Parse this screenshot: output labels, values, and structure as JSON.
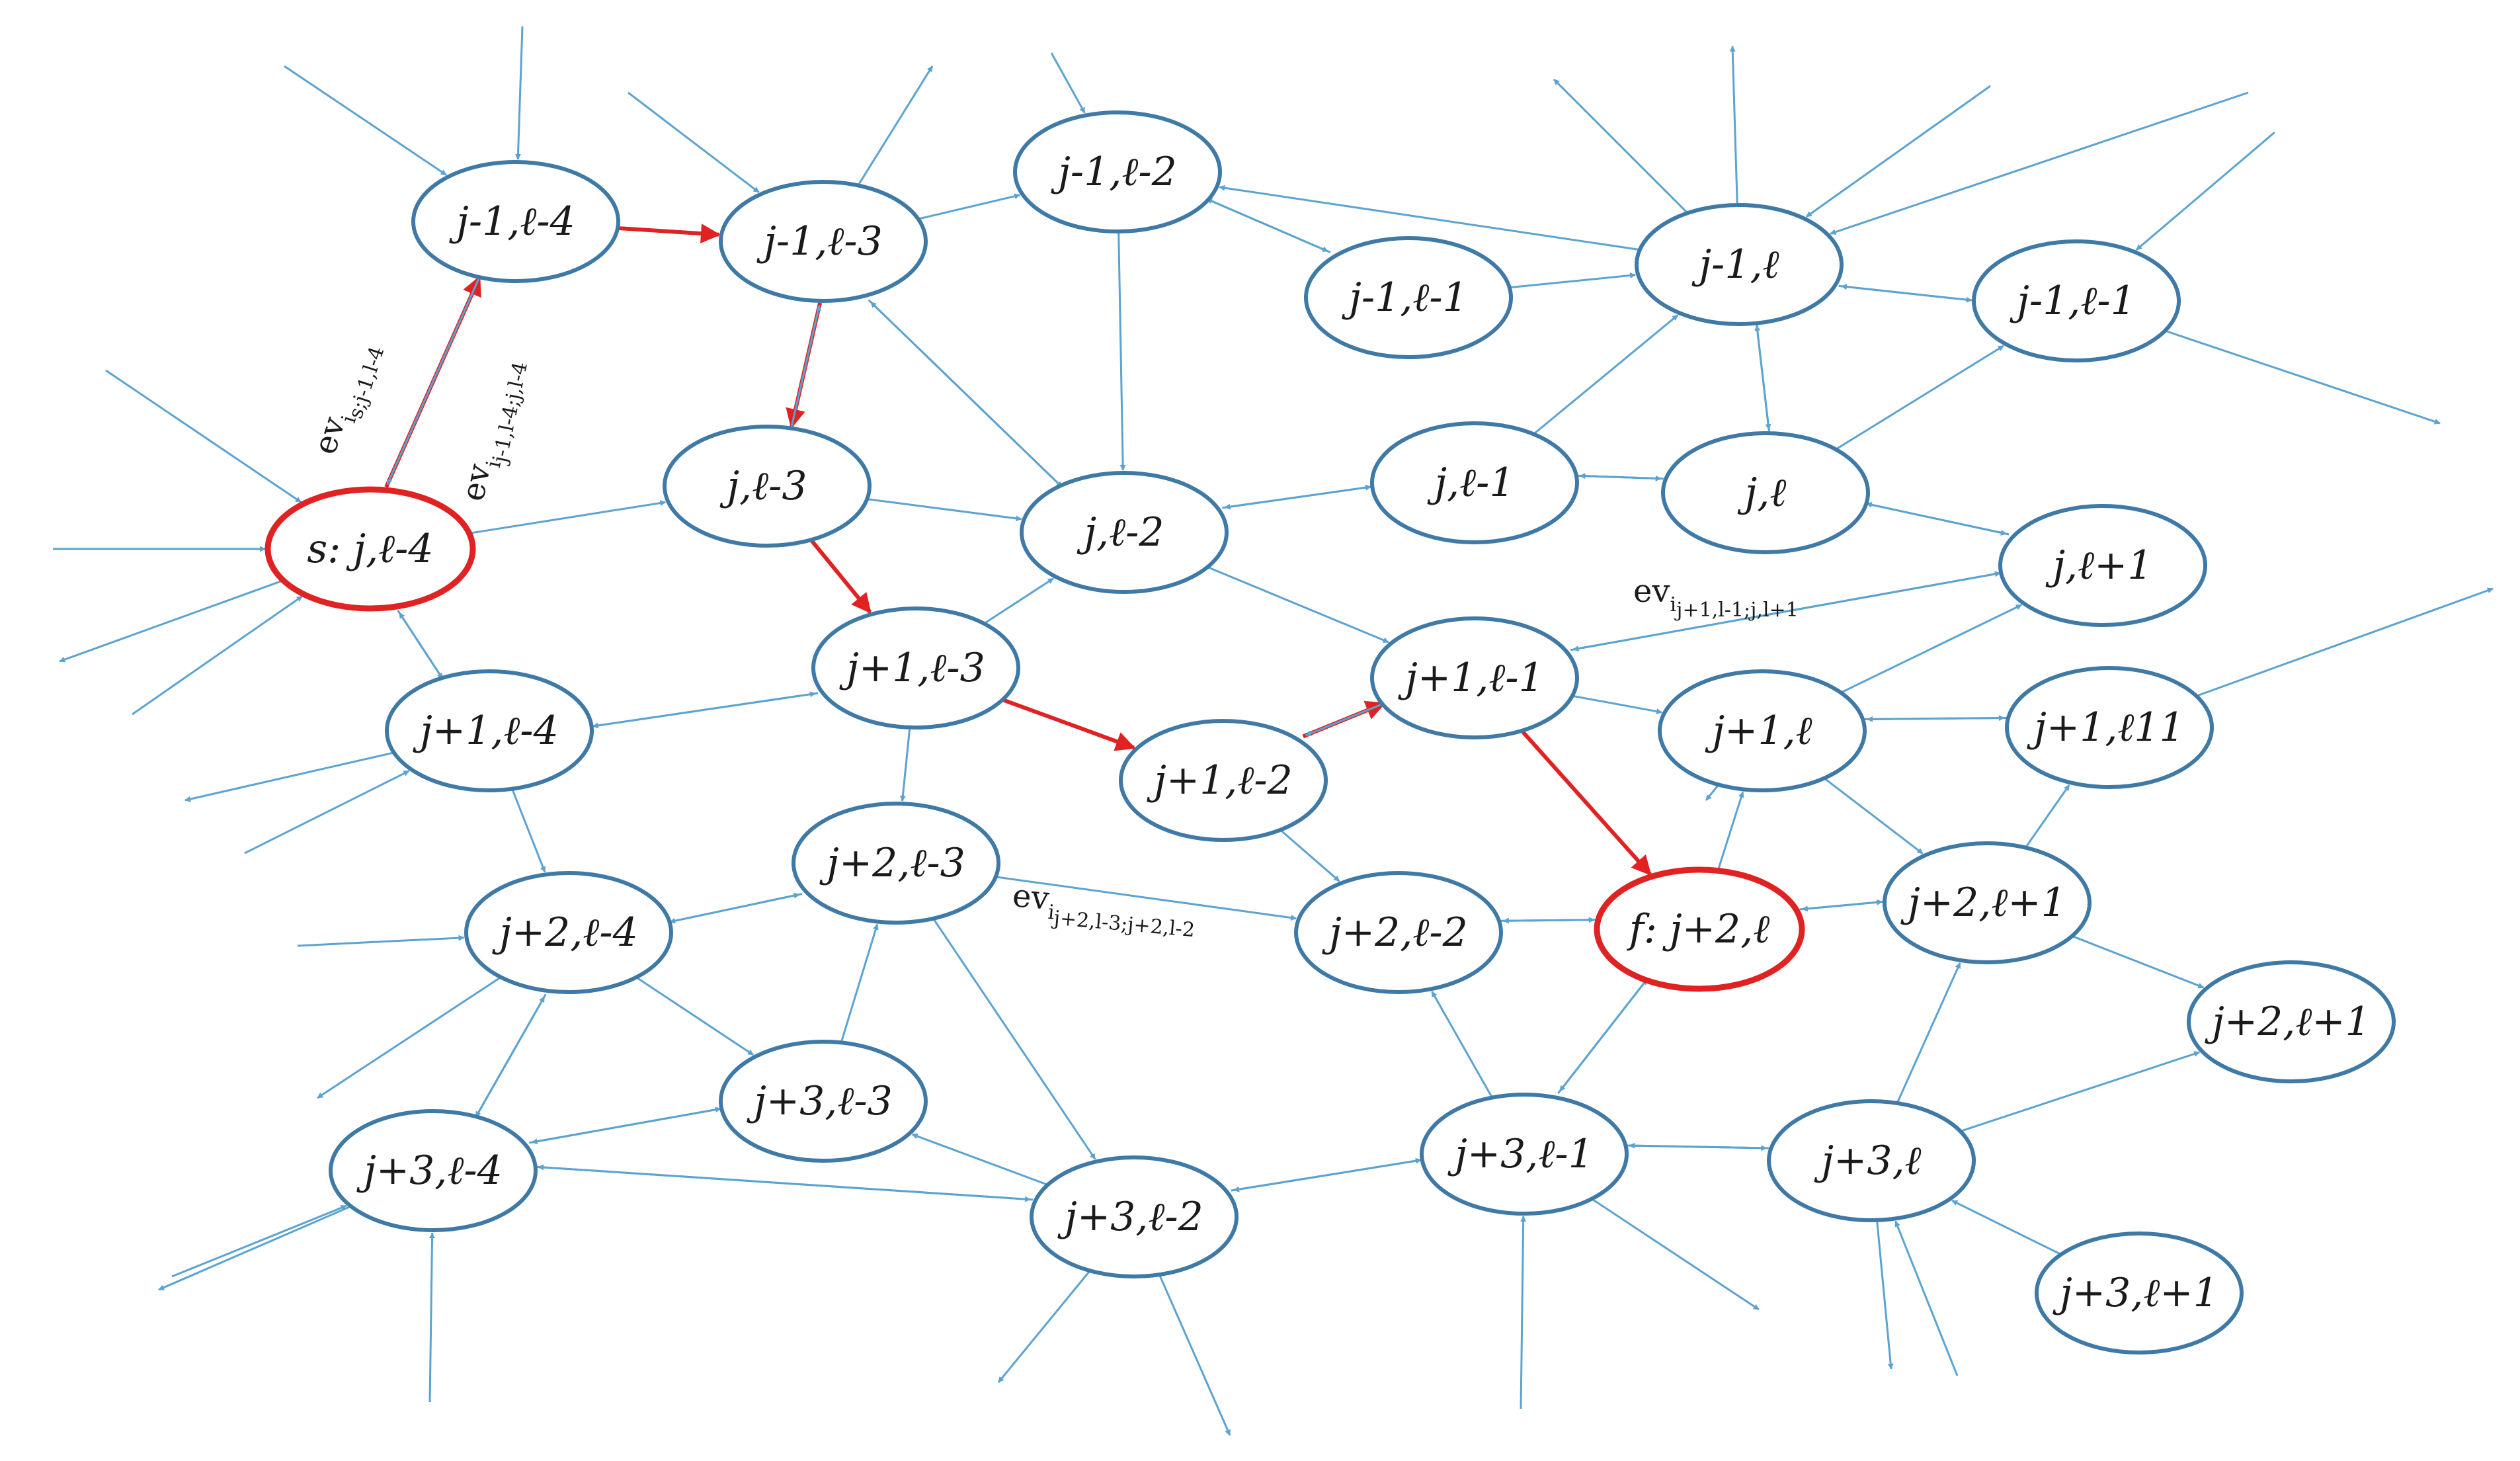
{
  "colors": {
    "node_stroke": "#3f79a6",
    "edge": "#5ba3d0",
    "highlight": "#e02222"
  },
  "nodes": [
    {
      "id": "a1",
      "label": "j-1,ℓ-4"
    },
    {
      "id": "a2",
      "label": "j-1,ℓ-3"
    },
    {
      "id": "a3",
      "label": "j-1,ℓ-2"
    },
    {
      "id": "a4",
      "label": "j-1,ℓ-1"
    },
    {
      "id": "a5",
      "label": "j-1,ℓ"
    },
    {
      "id": "a6",
      "label": "j-1,ℓ-1"
    },
    {
      "id": "s",
      "label": "s: j,ℓ-4",
      "highlight": true
    },
    {
      "id": "b2",
      "label": "j,ℓ-3"
    },
    {
      "id": "b3",
      "label": "j,ℓ-2"
    },
    {
      "id": "b4",
      "label": "j,ℓ-1"
    },
    {
      "id": "b5",
      "label": "j,ℓ"
    },
    {
      "id": "b6",
      "label": "j,ℓ+1"
    },
    {
      "id": "c1",
      "label": "j+1,ℓ-4"
    },
    {
      "id": "c2",
      "label": "j+1,ℓ-3"
    },
    {
      "id": "c3",
      "label": "j+1,ℓ-2"
    },
    {
      "id": "c4",
      "label": "j+1,ℓ-1"
    },
    {
      "id": "c5",
      "label": "j+1,ℓ"
    },
    {
      "id": "c6",
      "label": "j+1,ℓ11"
    },
    {
      "id": "d1",
      "label": "j+2,ℓ-4"
    },
    {
      "id": "d2",
      "label": "j+2,ℓ-3"
    },
    {
      "id": "d3",
      "label": "j+2,ℓ-2"
    },
    {
      "id": "f",
      "label": "f: j+2,ℓ",
      "highlight": true
    },
    {
      "id": "d5",
      "label": "j+2,ℓ+1"
    },
    {
      "id": "d6",
      "label": "j+2,ℓ+1"
    },
    {
      "id": "e1",
      "label": "j+3,ℓ-3"
    },
    {
      "id": "e2",
      "label": "j+3,ℓ-4"
    },
    {
      "id": "e3",
      "label": "j+3,ℓ-2"
    },
    {
      "id": "e4",
      "label": "j+3,ℓ-1"
    },
    {
      "id": "e5",
      "label": "j+3,ℓ"
    },
    {
      "id": "e6",
      "label": "j+3,ℓ+1"
    }
  ],
  "edges": [
    {
      "from": "s",
      "to": "a1",
      "path": true
    },
    {
      "from": "a1",
      "to": "a2",
      "path": true
    },
    {
      "from": "a2",
      "to": "b2",
      "path": true
    },
    {
      "from": "b2",
      "to": "c2",
      "path": true
    },
    {
      "from": "c2",
      "to": "c3",
      "path": true
    },
    {
      "from": "c3",
      "to": "c4",
      "path": true
    },
    {
      "from": "c4",
      "to": "f",
      "path": true
    },
    {
      "from": "a1",
      "to": "s"
    },
    {
      "from": "s",
      "to": "b2"
    },
    {
      "from": "b2",
      "to": "a2"
    },
    {
      "from": "a2",
      "to": "a3"
    },
    {
      "from": "a3",
      "to": "a4"
    },
    {
      "from": "a4",
      "to": "a3"
    },
    {
      "from": "a4",
      "to": "a5"
    },
    {
      "from": "a5",
      "to": "a3"
    },
    {
      "from": "a3",
      "to": "b3"
    },
    {
      "from": "b3",
      "to": "a2"
    },
    {
      "from": "a2",
      "to": "b3"
    },
    {
      "from": "b2",
      "to": "b3"
    },
    {
      "from": "b3",
      "to": "b4"
    },
    {
      "from": "b4",
      "to": "b3"
    },
    {
      "from": "b4",
      "to": "b5"
    },
    {
      "from": "b5",
      "to": "b4"
    },
    {
      "from": "a5",
      "to": "b5"
    },
    {
      "from": "b5",
      "to": "a5"
    },
    {
      "from": "a6",
      "to": "a5"
    },
    {
      "from": "a5",
      "to": "a6"
    },
    {
      "from": "b5",
      "to": "b6"
    },
    {
      "from": "b6",
      "to": "b5"
    },
    {
      "from": "b5",
      "to": "a6"
    },
    {
      "from": "b4",
      "to": "a5"
    },
    {
      "from": "c2",
      "to": "b3"
    },
    {
      "from": "b3",
      "to": "c4"
    },
    {
      "from": "c2",
      "to": "c1"
    },
    {
      "from": "c1",
      "to": "c2"
    },
    {
      "from": "c1",
      "to": "s"
    },
    {
      "from": "s",
      "to": "c1"
    },
    {
      "from": "c1",
      "to": "d1"
    },
    {
      "from": "c2",
      "to": "d2"
    },
    {
      "from": "c4",
      "to": "c3"
    },
    {
      "from": "c4",
      "to": "b6"
    },
    {
      "from": "b6",
      "to": "c4"
    },
    {
      "from": "c4",
      "to": "c5"
    },
    {
      "from": "c5",
      "to": "c6"
    },
    {
      "from": "c6",
      "to": "c5"
    },
    {
      "from": "c5",
      "to": "b6"
    },
    {
      "from": "c3",
      "to": "d3"
    },
    {
      "from": "c5",
      "to": "d5"
    },
    {
      "from": "d5",
      "to": "c6"
    },
    {
      "from": "f",
      "to": "c5"
    },
    {
      "from": "d3",
      "to": "f"
    },
    {
      "from": "f",
      "to": "d3"
    },
    {
      "from": "f",
      "to": "d5"
    },
    {
      "from": "d5",
      "to": "f"
    },
    {
      "from": "d5",
      "to": "d6"
    },
    {
      "from": "d2",
      "to": "d1"
    },
    {
      "from": "d1",
      "to": "d2"
    },
    {
      "from": "d2",
      "to": "d3"
    },
    {
      "from": "d1",
      "to": "e1"
    },
    {
      "from": "e1",
      "to": "d2"
    },
    {
      "from": "d1",
      "to": "e2"
    },
    {
      "from": "e2",
      "to": "d1"
    },
    {
      "from": "e2",
      "to": "e1"
    },
    {
      "from": "e1",
      "to": "e2"
    },
    {
      "from": "e3",
      "to": "e1"
    },
    {
      "from": "e2",
      "to": "e3"
    },
    {
      "from": "e3",
      "to": "e2"
    },
    {
      "from": "d2",
      "to": "e3"
    },
    {
      "from": "e3",
      "to": "e4"
    },
    {
      "from": "e4",
      "to": "e3"
    },
    {
      "from": "e4",
      "to": "d3"
    },
    {
      "from": "e4",
      "to": "f"
    },
    {
      "from": "f",
      "to": "e4"
    },
    {
      "from": "e4",
      "to": "e5"
    },
    {
      "from": "e5",
      "to": "e4"
    },
    {
      "from": "e5",
      "to": "d6"
    },
    {
      "from": "e5",
      "to": "d5"
    },
    {
      "from": "e6",
      "to": "e5"
    }
  ],
  "dangling": [
    {
      "from": [
        430,
        100
      ],
      "to": "a1"
    },
    {
      "from": [
        790,
        40
      ],
      "to": "a1"
    },
    {
      "from": [
        950,
        140
      ],
      "to": "a2"
    },
    {
      "from": "a2",
      "to": [
        1410,
        100
      ]
    },
    {
      "from": [
        1590,
        80
      ],
      "to": "a3"
    },
    {
      "from": "a5",
      "to": [
        2350,
        120
      ]
    },
    {
      "from": "a5",
      "to": [
        2620,
        70
      ]
    },
    {
      "from": [
        3010,
        130
      ],
      "to": "a5"
    },
    {
      "from": [
        3400,
        140
      ],
      "to": "a5"
    },
    {
      "from": [
        3440,
        200
      ],
      "to": "a6"
    },
    {
      "from": "a6",
      "to": [
        3690,
        640
      ]
    },
    {
      "from": [
        160,
        560
      ],
      "to": "s"
    },
    {
      "from": [
        80,
        830
      ],
      "to": "s"
    },
    {
      "from": "s",
      "to": [
        90,
        1000
      ]
    },
    {
      "from": [
        200,
        1080
      ],
      "to": "s"
    },
    {
      "from": "c1",
      "to": [
        280,
        1210
      ]
    },
    {
      "from": [
        370,
        1290
      ],
      "to": "c1"
    },
    {
      "from": "c6",
      "to": [
        3770,
        890
      ]
    },
    {
      "from": "c5",
      "to": [
        2580,
        1210
      ]
    },
    {
      "from": [
        450,
        1430
      ],
      "to": "d1"
    },
    {
      "from": "d1",
      "to": [
        480,
        1660
      ]
    },
    {
      "from": "e2",
      "to": [
        240,
        1950
      ]
    },
    {
      "from": [
        260,
        1930
      ],
      "to": "e2"
    },
    {
      "from": [
        650,
        2120
      ],
      "to": "e2"
    },
    {
      "from": "e3",
      "to": [
        1510,
        2090
      ]
    },
    {
      "from": "e3",
      "to": [
        1860,
        2170
      ]
    },
    {
      "from": [
        2300,
        2130
      ],
      "to": "e4"
    },
    {
      "from": "e4",
      "to": [
        2660,
        1980
      ]
    },
    {
      "from": "e5",
      "to": [
        2860,
        2070
      ]
    },
    {
      "from": [
        2960,
        2080
      ],
      "to": "e5"
    }
  ],
  "edge_labels": [
    {
      "id": "lbl1",
      "main": "e",
      "sub": "v",
      "subsub": "i",
      "idx": "s;j-1,l-4",
      "rotate": -72
    },
    {
      "id": "lbl2",
      "main": "e",
      "sub": "v",
      "subsub": "i",
      "idx": "j-1,l-4;j,l-4",
      "rotate": -78
    },
    {
      "id": "lbl3",
      "main": "e",
      "sub": "v",
      "subsub": "i",
      "idx": "j+1,l-1;j,l+1",
      "rotate": 0
    },
    {
      "id": "lbl4",
      "main": "e",
      "sub": "v",
      "subsub": "i",
      "idx": "j+2,l-3;j+2,l-2",
      "rotate": 5
    }
  ]
}
